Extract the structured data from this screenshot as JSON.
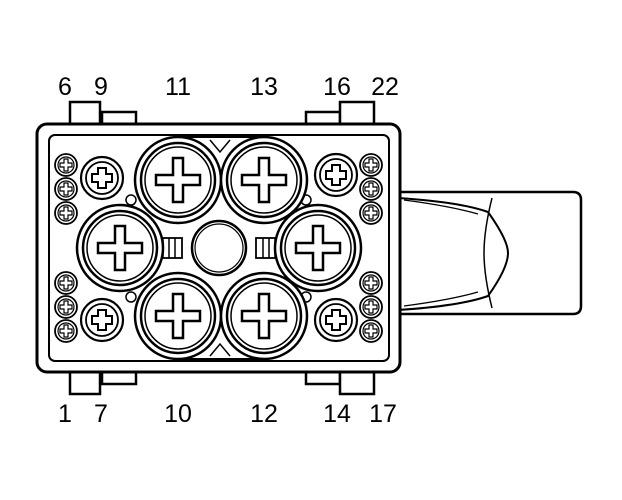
{
  "colors": {
    "line": "#000000",
    "background": "#ffffff"
  },
  "pin_labels": {
    "top": [
      "6",
      "9",
      "11",
      "13",
      "16",
      "22"
    ],
    "bottom": [
      "1",
      "7",
      "10",
      "12",
      "14",
      "17"
    ]
  }
}
